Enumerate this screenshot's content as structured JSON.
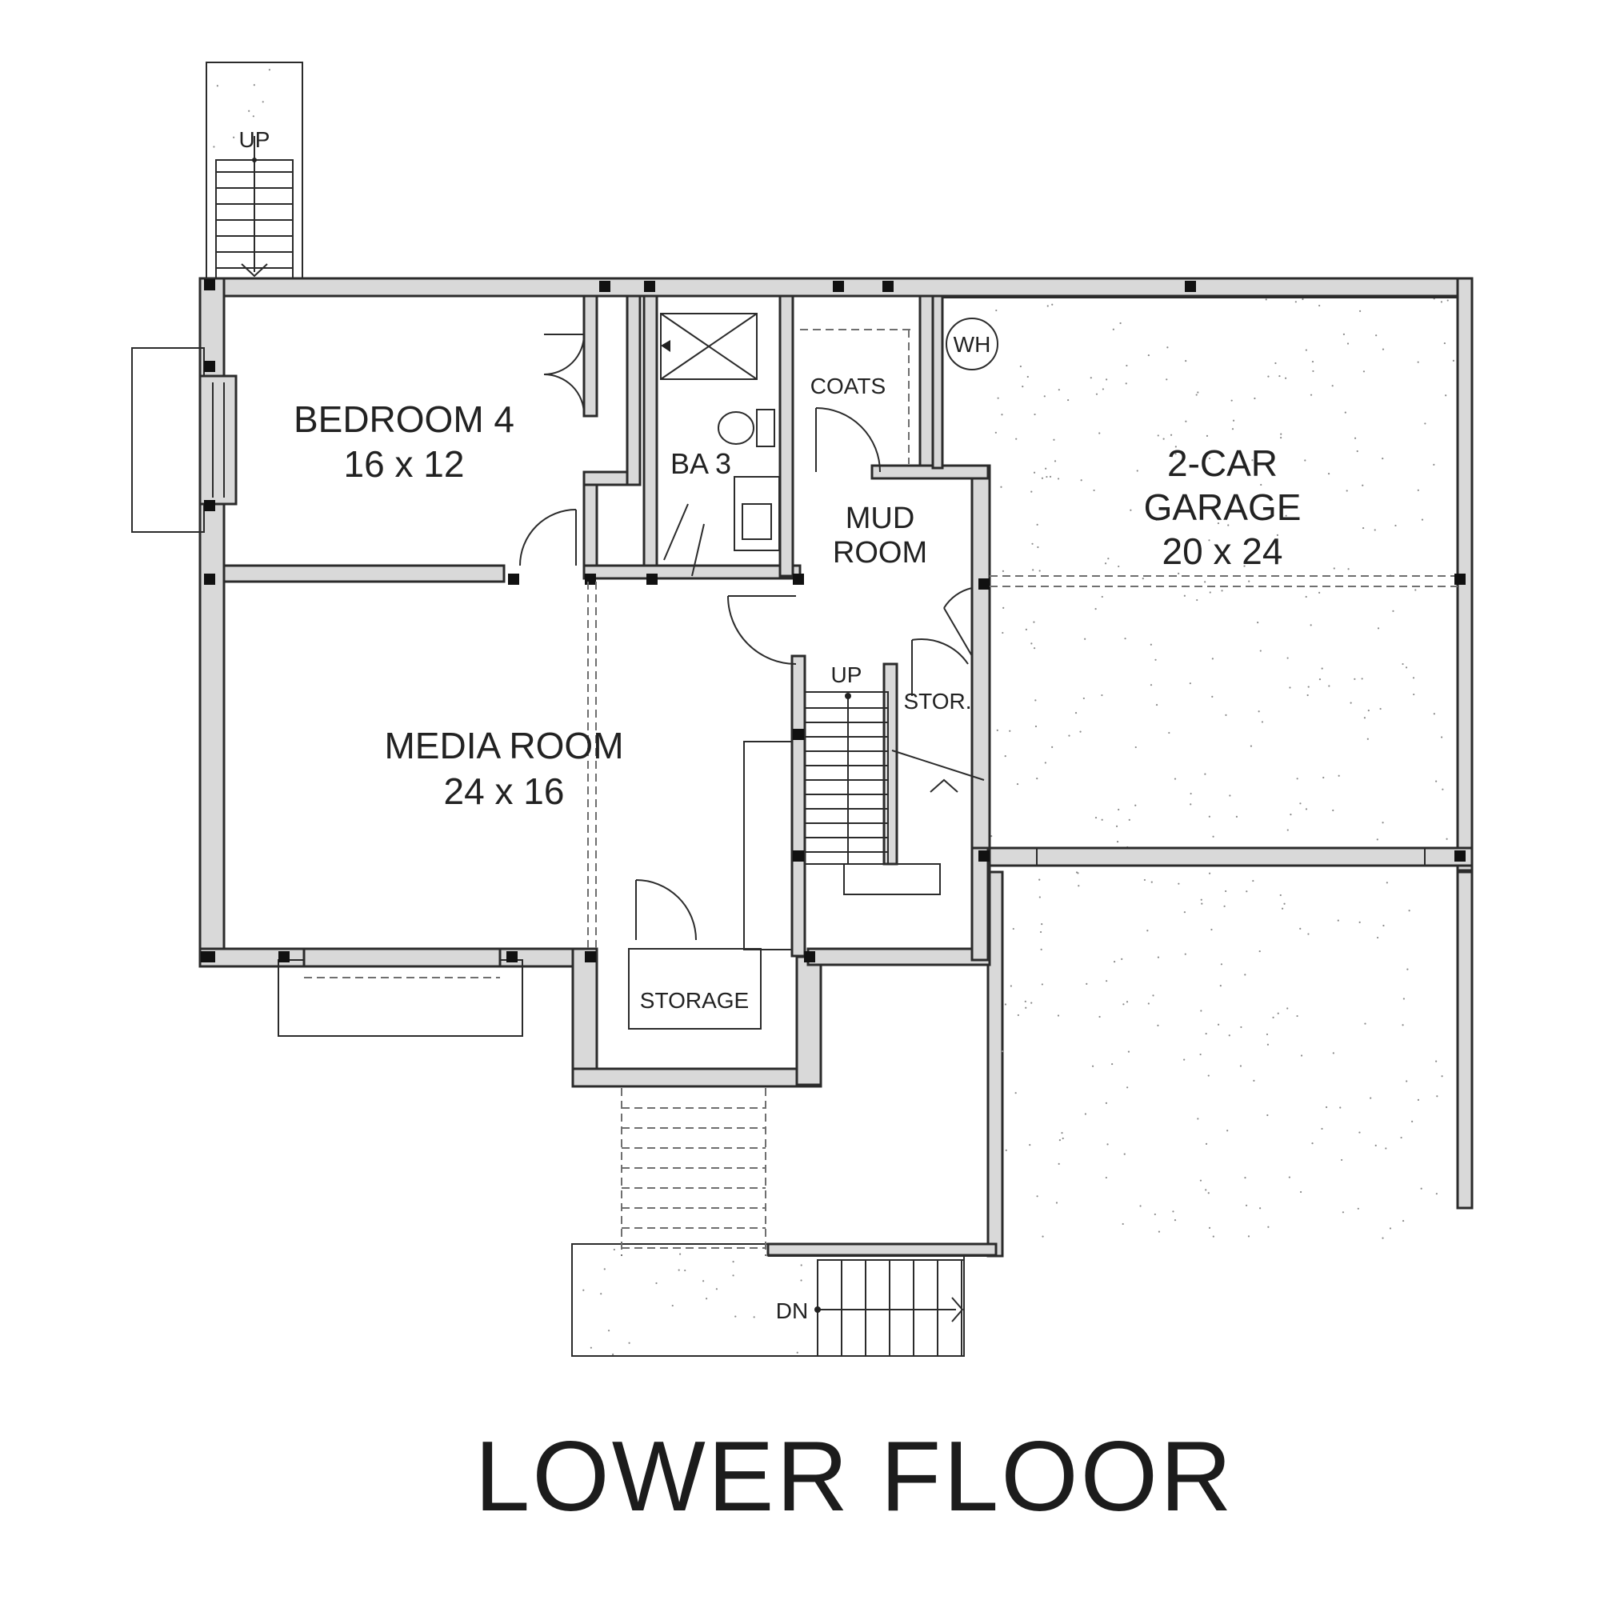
{
  "rooms": {
    "bedroom": {
      "name": "BEDROOM 4",
      "size": "16 x 12"
    },
    "bath": {
      "name": "BA 3"
    },
    "coats": {
      "name": "COATS"
    },
    "mud": {
      "line1": "MUD",
      "line2": "ROOM"
    },
    "garage": {
      "line1": "2-CAR",
      "line2": "GARAGE",
      "size": "20 x 24"
    },
    "wh": {
      "name": "WH"
    },
    "media": {
      "name": "MEDIA ROOM",
      "size": "24 x 16"
    },
    "stor": {
      "name": "STOR."
    },
    "storage": {
      "name": "STORAGE"
    }
  },
  "stairs": {
    "top_up": "UP",
    "interior_up": "UP",
    "bottom_dn": "DN"
  },
  "title": "LOWER FLOOR"
}
